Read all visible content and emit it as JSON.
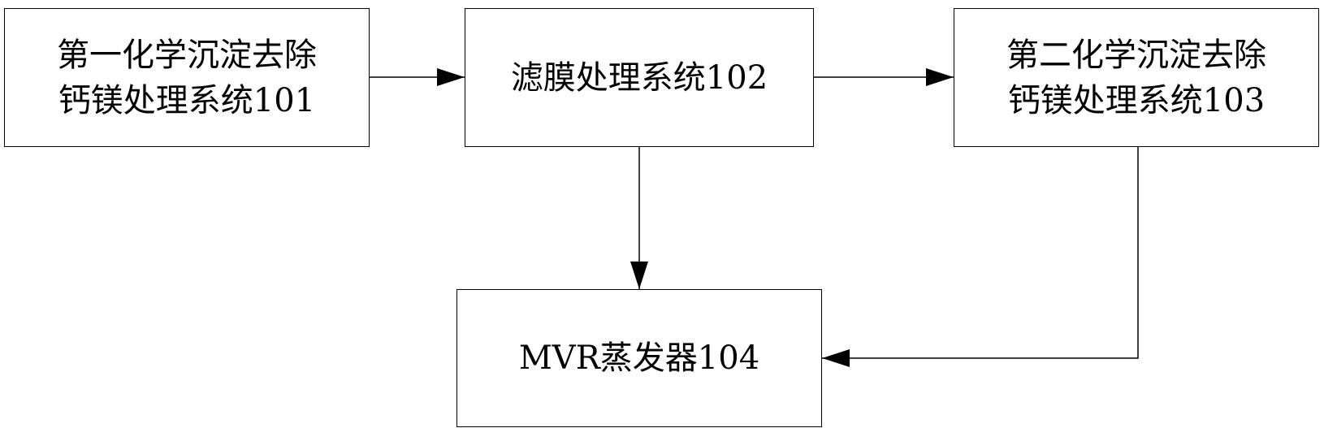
{
  "diagram": {
    "nodes": [
      {
        "id": "101",
        "label": "第一化学沉淀去除\n钙镁处理系统101"
      },
      {
        "id": "102",
        "label": "滤膜处理系统102"
      },
      {
        "id": "103",
        "label": "第二化学沉淀去除\n钙镁处理系统103"
      },
      {
        "id": "104",
        "label": "MVR蒸发器104"
      }
    ],
    "edges": [
      {
        "from": "101",
        "to": "102"
      },
      {
        "from": "102",
        "to": "103"
      },
      {
        "from": "102",
        "to": "104"
      },
      {
        "from": "103",
        "to": "104"
      }
    ],
    "colors": {
      "stroke": "#000000",
      "background": "#ffffff"
    }
  }
}
